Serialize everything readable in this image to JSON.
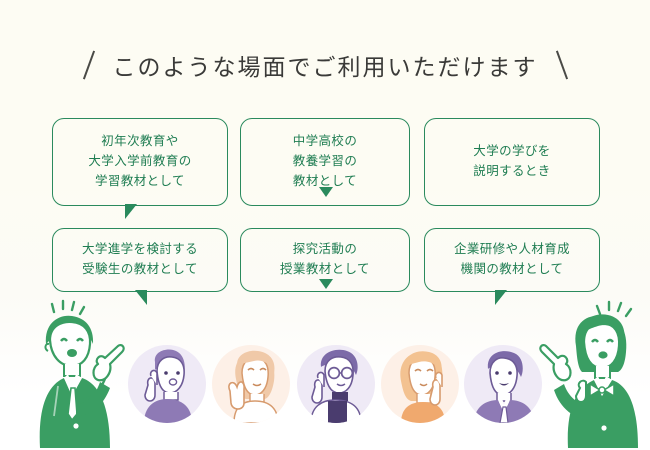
{
  "page": {
    "background_top": "#fdfcf3",
    "background_bottom": "#ffffff",
    "accent_green": "#2a8a5d",
    "text_green": "#1f7d52",
    "title_color": "#3a3a38",
    "avatar_purple": "#efeaf6",
    "avatar_peach": "#fdf0e7"
  },
  "header": {
    "title": "このような場面でご利用いただけます",
    "left_mark": "slash-left",
    "right_mark": "slash-right"
  },
  "boxes": [
    {
      "id": "box0",
      "text": "初年次教育や\n大学入学前教育の\n学習教材として",
      "lines": [
        "初年次教育や",
        "大学入学前教育の",
        "学習教材として"
      ],
      "tail": "down-right",
      "row": 1,
      "column": 1
    },
    {
      "id": "box1",
      "text": "中学高校の\n教養学習の\n教材として",
      "lines": [
        "中学高校の",
        "教養学習の",
        "教材として"
      ],
      "tail": "down",
      "row": 1,
      "column": 2
    },
    {
      "id": "box2",
      "text": "大学の学びを\n説明するとき",
      "lines": [
        "大学の学びを",
        "説明するとき"
      ],
      "tail": "none",
      "row": 1,
      "column": 3
    },
    {
      "id": "box3",
      "text": "大学進学を検討する\n受験生の教材として",
      "lines": [
        "大学進学を検討する",
        "受験生の教材として"
      ],
      "tail": "down-left",
      "row": 2,
      "column": 1
    },
    {
      "id": "box4",
      "text": "探究活動の\n授業教材として",
      "lines": [
        "探究活動の",
        "授業教材として"
      ],
      "tail": "down",
      "row": 2,
      "column": 2
    },
    {
      "id": "box5",
      "text": "企業研修や人材育成\n機関の教材として",
      "lines": [
        "企業研修や人材育成",
        "機関の教材として"
      ],
      "tail": "down-right",
      "row": 2,
      "column": 3
    }
  ],
  "illustrations": {
    "left_figure": {
      "name": "green-man-pointing",
      "description": "緑色の男性 スーツ姿 指さし",
      "color": "#3a9e63"
    },
    "right_figure": {
      "name": "green-woman-pointing",
      "description": "緑色の女性 リボンタイ 指さし",
      "color": "#3a9e63"
    },
    "avatars": [
      {
        "name": "avatar-student-pointing-up",
        "tone": "purple",
        "description": "紫の円 指を立てた人物"
      },
      {
        "name": "avatar-woman-waving",
        "tone": "peach",
        "description": "橙の円 手を挙げた女性"
      },
      {
        "name": "avatar-professor-glasses",
        "tone": "purple",
        "description": "紫の円 眼鏡の人物"
      },
      {
        "name": "avatar-woman-pointing-up",
        "tone": "peach",
        "description": "橙の円 指さしの女性"
      },
      {
        "name": "avatar-businessman",
        "tone": "purple",
        "description": "紫の円 スーツの男性"
      }
    ]
  }
}
